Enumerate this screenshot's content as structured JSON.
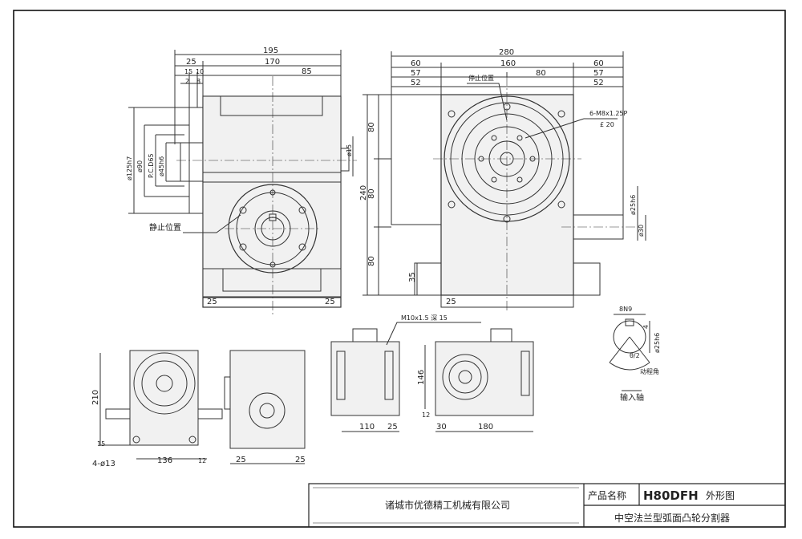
{
  "drawing": {
    "top_view": {
      "overall_width": "195",
      "d25a": "25",
      "d170": "170",
      "d15": "15",
      "d10": "10",
      "d85": "85",
      "d2": "2",
      "d8": "8",
      "phi125": "ø125h7",
      "phi90": "ø90",
      "pcd": "P.C.D65",
      "phi45": "ø45h6",
      "phi15": "ø15",
      "stop_position": "静止位置",
      "d25_bl": "25",
      "d25_br": "25"
    },
    "front_view": {
      "overall_width": "280",
      "d60a": "60",
      "d160": "160",
      "d60b": "60",
      "d57a": "57",
      "d80": "80",
      "d57b": "57",
      "d52a": "52",
      "d52b": "52",
      "stop_pos": "停止位置",
      "thread_note1": "6-M8x1.25P",
      "thread_note2": "£ 20",
      "h80a": "80",
      "h240": "240",
      "h80b": "80",
      "h80c": "80",
      "h35": "35",
      "phi25": "ø25h6",
      "phi30": "ø30",
      "d25": "25"
    },
    "small_views": {
      "v1_height": "210",
      "v1_15": "15",
      "v1_holes": "4-ø13",
      "v1_136": "136",
      "v1_12": "12",
      "v2_25a": "25",
      "v2_25b": "25",
      "v3_110": "110",
      "v3_25": "25",
      "v3_note": "M10x1.5 深 15",
      "v4_146": "146",
      "v4_12": "12",
      "v4_30": "30",
      "v4_180": "180"
    },
    "shaft_detail": {
      "key_width": "8N9",
      "depth": "4",
      "phi25": "ø25h6",
      "angle": "θ/2",
      "motion_angle": "动程角",
      "input_shaft": "输入轴"
    }
  },
  "title_block": {
    "company": "诸城市优德精工机械有限公司",
    "product_label": "产品名称",
    "model": "H80DFH",
    "drawing_type": "外形图",
    "description": "中空法兰型弧面凸轮分割器"
  }
}
